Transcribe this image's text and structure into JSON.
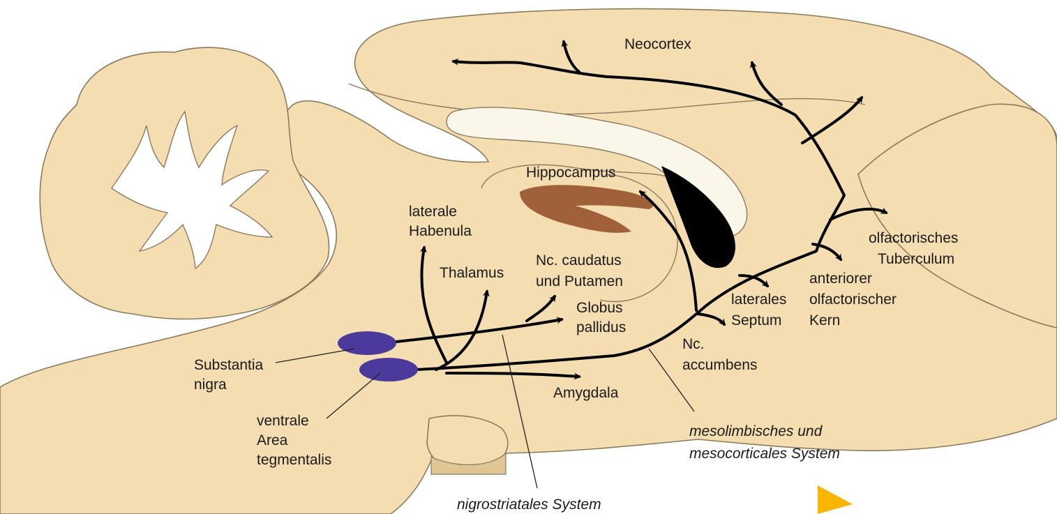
{
  "labels": {
    "neocortex": "Neocortex",
    "hippocampus": "Hippocampus",
    "lateral_habenula": [
      "laterale",
      "Habenula"
    ],
    "thalamus": "Thalamus",
    "caudate_putamen": [
      "Nc. caudatus",
      "und Putamen"
    ],
    "globus_pallidus": [
      "Globus",
      "pallidus"
    ],
    "substantia_nigra": [
      "Substantia",
      "nigra"
    ],
    "vta": [
      "ventrale",
      "Area",
      "tegmentalis"
    ],
    "amygdala": "Amygdala",
    "accumbens": [
      "Nc.",
      "accumbens"
    ],
    "lateral_septum": [
      "laterales",
      "Septum"
    ],
    "anterior_olfactory": [
      "anteriorer",
      "olfactorischer",
      "Kern"
    ],
    "olfactory_tubercle": [
      "olfactorisches",
      "Tuberculum"
    ],
    "mesolimbic": [
      "mesolimbisches und",
      "mesocorticales System"
    ],
    "nigrostriatal": "nigrostriatales System"
  },
  "colors": {
    "tissue": "#f4ddb0",
    "nucleus": "#4b3a9c",
    "hippocampus": "#a0603a",
    "pathway": "#000000",
    "marker": "#f7b500"
  }
}
